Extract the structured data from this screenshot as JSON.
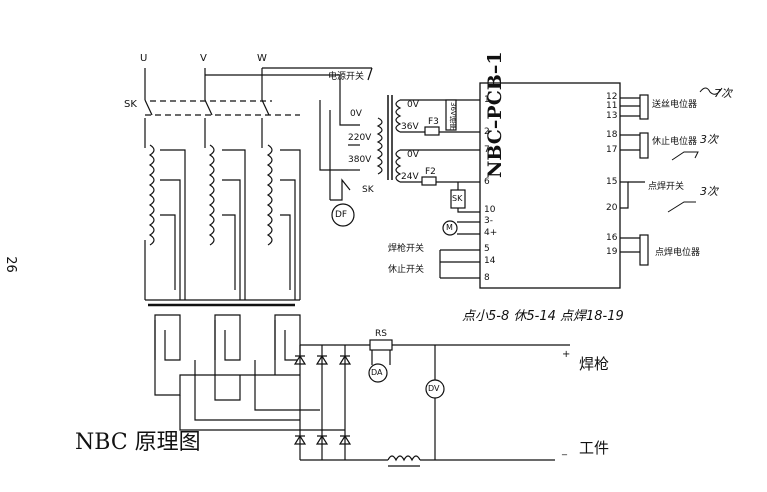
{
  "page": {
    "page_number": "26",
    "title": "NBC 原理图"
  },
  "phases": [
    "U",
    "V",
    "W"
  ],
  "switches": {
    "sk_top": "SK",
    "sk_aux": "SK",
    "sk_relay": "SK"
  },
  "power_switch": "电源开关",
  "voltages": {
    "v0": "0V",
    "v220": "220V",
    "v380": "380V"
  },
  "aux_transformer": {
    "t1_0v": "0V",
    "t1_36v": "36V",
    "t2_0v": "0V",
    "t2_24v": "24V"
  },
  "fuses": {
    "f3": "F3",
    "f2": "F2"
  },
  "socket_36v": "36V插座",
  "motor_df": "DF",
  "motor_m": "M",
  "pcb": {
    "name": "NBC–PCB–1",
    "left_pins": [
      "1",
      "2",
      "7",
      "6",
      "10",
      "3-",
      "4+",
      "5",
      "14",
      "8"
    ],
    "right_pins": [
      "12",
      "11",
      "13",
      "18",
      "17",
      "15",
      "20",
      "16",
      "19"
    ]
  },
  "left_controls": {
    "torch_switch": "焊枪开关",
    "rest_switch": "休止开关"
  },
  "right_controls": {
    "wire_feed_pot": "送丝电位器",
    "rest_pot": "休止电位器",
    "spot_switch": "点焊开关",
    "spot_pot": "点焊电位器"
  },
  "handwritten": {
    "h1": "7次",
    "h2": "3次",
    "h3": "3次",
    "bottom_note": "点小5-8 休5-14 点焊18-19"
  },
  "output": {
    "shunt": "RS",
    "ammeter": "DA",
    "voltmeter": "DV",
    "plus_terminal": "+",
    "minus_terminal": "_",
    "torch": "焊枪",
    "workpiece": "工件"
  }
}
